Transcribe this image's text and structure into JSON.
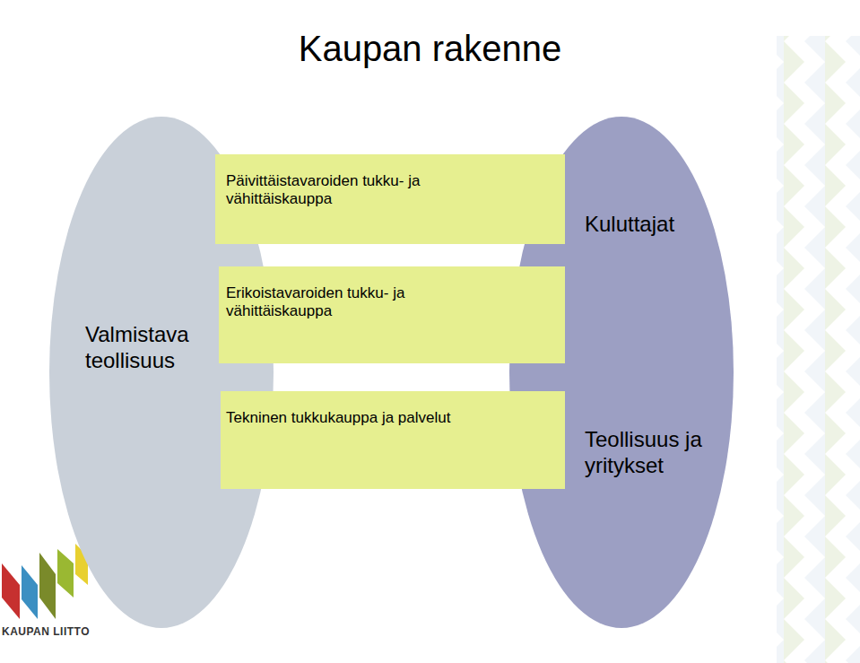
{
  "diagram": {
    "title": "Kaupan rakenne",
    "nodes": [
      {
        "text": [
          "Valmistava teollisuus"
        ]
      },
      {
        "text": [
          "Päivittäistavaroiden tukku- ja vähittäiskauppa"
        ]
      },
      {
        "text": [
          "Erikoistavaroiden tukku- ja vähittäiskauppa"
        ]
      },
      {
        "text": [
          "Tekninen tukkukauppa ja palvelut"
        ]
      },
      {
        "text": [
          "Kuluttajat",
          "Teollisuus ja yritykset"
        ]
      }
    ],
    "labels": [
      "KAUPAN LIITTO"
    ]
  }
}
